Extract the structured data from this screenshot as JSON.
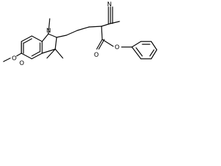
{
  "molecule": {
    "atoms": {
      "ester_o_carbonyl": "O",
      "ester_o_methoxy": "O",
      "indoline_n": "N",
      "nitrile_n": "N",
      "benzyl_o_carbonyl": "O",
      "benzyl_o_ether": "O"
    }
  }
}
